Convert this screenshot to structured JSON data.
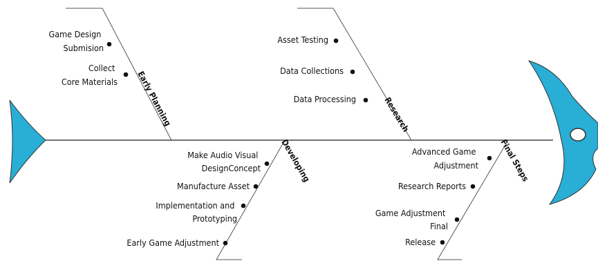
{
  "colors": {
    "fish": "#29aed6",
    "outline": "#333333",
    "line": "#555555",
    "bullet": "#111111",
    "eye": "#ffffff"
  },
  "categories": [
    {
      "title": "Early Planning",
      "causes": [
        [
          "Game Design",
          "Submision"
        ],
        [
          "Collect",
          "Core Materials"
        ]
      ]
    },
    {
      "title": "Research",
      "causes": [
        [
          "Asset Testing"
        ],
        [
          "Data Collections"
        ],
        [
          "Data Processing"
        ]
      ]
    },
    {
      "title": "Developing",
      "causes": [
        [
          "Make Audio Visual",
          "DesignConcept"
        ],
        [
          "Manufacture Asset"
        ],
        [
          "Implementation and",
          "Prototyping"
        ],
        [
          "Early Game Adjustment"
        ]
      ]
    },
    {
      "title": "Final Steps",
      "causes": [
        [
          "Advanced Game",
          "Adjustment"
        ],
        [
          "Research Reports"
        ],
        [
          "Game Adjustment",
          "Final"
        ],
        [
          "Release"
        ]
      ]
    }
  ]
}
